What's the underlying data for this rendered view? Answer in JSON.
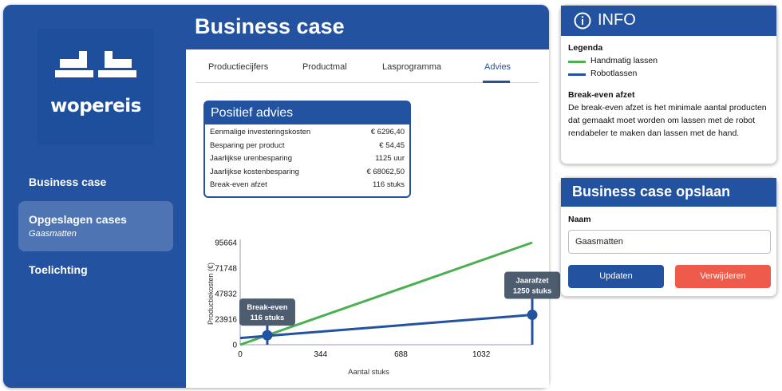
{
  "brand": {
    "logo_text": "wopereis"
  },
  "sidebar": {
    "items": [
      {
        "label": "Business case"
      },
      {
        "label": "Opgeslagen cases",
        "sublabel": "Gaasmatten"
      },
      {
        "label": "Toelichting"
      }
    ]
  },
  "page": {
    "title": "Business case"
  },
  "tabs": [
    {
      "label": "Productiecijfers"
    },
    {
      "label": "Productmal"
    },
    {
      "label": "Lasprogramma"
    },
    {
      "label": "Advies"
    }
  ],
  "advice": {
    "title": "Positief advies",
    "rows": [
      {
        "label": "Eenmalige investeringskosten",
        "value": "€ 6296,40"
      },
      {
        "label": "Besparing per product",
        "value": "€ 54,45"
      },
      {
        "label": "Jaarlijkse urenbesparing",
        "value": "1125 uur"
      },
      {
        "label": "Jaarlijkse kostenbesparing",
        "value": "€ 68062,50"
      },
      {
        "label": "Break-even afzet",
        "value": "116 stuks"
      }
    ]
  },
  "chart_data": {
    "type": "line",
    "xlabel": "Aantal stuks",
    "ylabel": "Productiekosten (€)",
    "xlim": [
      0,
      1250
    ],
    "ylim": [
      0,
      95664
    ],
    "xticks": [
      0,
      344,
      688,
      1032
    ],
    "yticks": [
      0,
      23916,
      47832,
      71748,
      95664
    ],
    "series": [
      {
        "name": "Handmatig lassen",
        "x": [
          0,
          1250
        ],
        "y": [
          0,
          95664
        ],
        "color": "#4caf50"
      },
      {
        "name": "Robotlassen",
        "x": [
          0,
          1250
        ],
        "y": [
          6296,
          28000
        ],
        "color": "#2353a0"
      }
    ],
    "annotations": [
      {
        "label_line1": "Break-even",
        "label_line2": "116 stuks",
        "x": 116,
        "y": 8900
      },
      {
        "label_line1": "Jaarafzet",
        "label_line2": "1250 stuks",
        "x": 1250,
        "y": 28000
      }
    ]
  },
  "info": {
    "title": "INFO",
    "legend_heading": "Legenda",
    "legend": [
      {
        "label": "Handmatig lassen",
        "color": "#4caf50"
      },
      {
        "label": "Robotlassen",
        "color": "#2353a0"
      }
    ],
    "breakeven_heading": "Break-even afzet",
    "breakeven_text": "De break-even afzet is het minimale aantal producten dat gemaakt moet worden om lassen met de robot rendabeler te maken dan lassen met de hand."
  },
  "save": {
    "title": "Business case opslaan",
    "name_label": "Naam",
    "name_value": "Gaasmatten",
    "update_label": "Updaten",
    "delete_label": "Verwijderen"
  }
}
